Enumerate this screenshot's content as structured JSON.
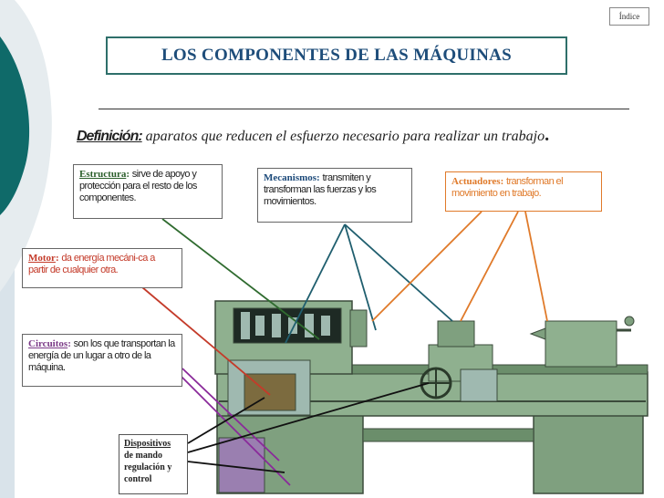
{
  "nav": {
    "index_label": "Índice"
  },
  "header": {
    "title": "LOS COMPONENTES DE LAS MÁQUINAS"
  },
  "definition": {
    "label": "Definición:",
    "text": "aparatos que reducen el esfuerzo necesario para realizar un trabajo",
    "end": "."
  },
  "boxes": {
    "estructura": {
      "term": "Estructura",
      "sep": ": ",
      "desc": "sirve de apoyo y protección para el resto de los componentes."
    },
    "mecanismos": {
      "term": "Mecanismos",
      "sep": ": ",
      "desc": "transmiten y transforman las fuerzas y los movimientos."
    },
    "actuadores": {
      "term": "Actuadores",
      "sep": ": ",
      "desc": "transforman el movimiento en trabajo."
    },
    "motor": {
      "term": "Motor",
      "sep": ": ",
      "desc": "da energía mecáni-ca a partir de cualquier otra."
    },
    "circuitos": {
      "term": "Circuitos",
      "sep": ": ",
      "desc": "son los que transportan la energía de un lugar a otro de la máquina."
    },
    "dispositivos": {
      "line1": "Dispositivos",
      "line2": "de mando",
      "line3": "regulación y",
      "line4": "control"
    }
  },
  "colors": {
    "teal": "#0f6a69",
    "title_border": "#2e6f6a",
    "title_text": "#1e4d7a",
    "machine_green": "#7fa07f",
    "green_line": "#2f6b2f",
    "blue_line": "#1f5e6e",
    "orange_line": "#e07a2a",
    "red_line": "#c43b2a",
    "purple_line": "#8a2a9a"
  },
  "illustration": {
    "subject": "lathe-machine"
  }
}
